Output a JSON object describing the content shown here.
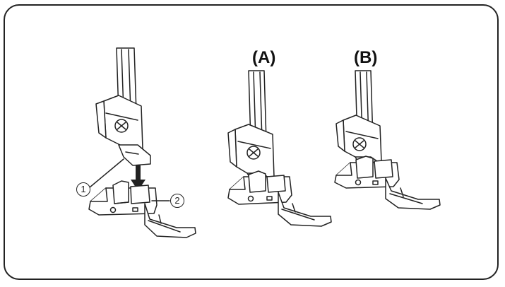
{
  "labels": {
    "variant_a": "(A)",
    "variant_b": "(B)",
    "callout_1": "1",
    "callout_2": "2"
  },
  "callouts": [
    {
      "label": "1"
    },
    {
      "label": "2"
    }
  ]
}
